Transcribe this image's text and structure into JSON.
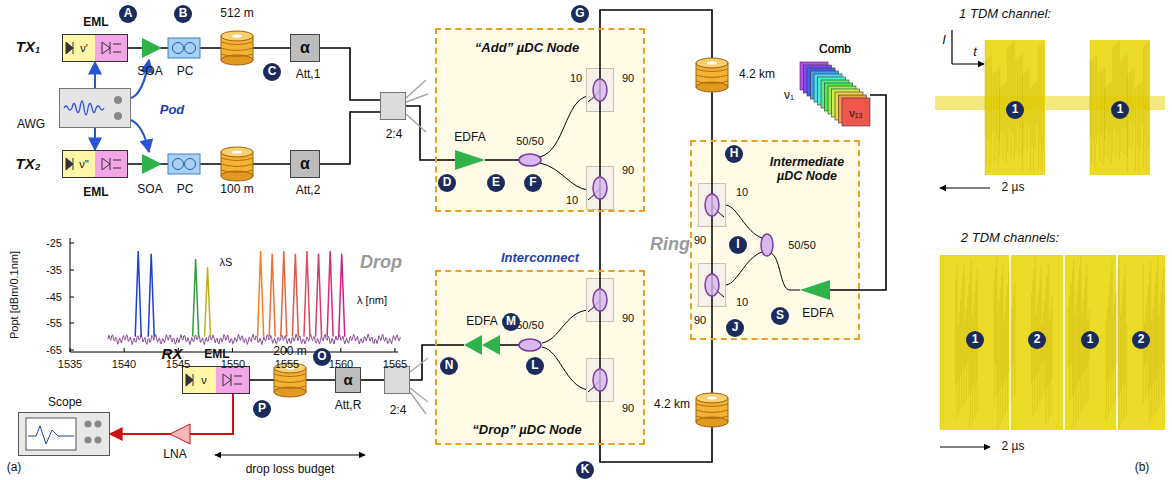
{
  "diagram": {
    "nodes": [
      {
        "text": [
          "EML"
        ]
      },
      {
        "text": [
          "AWG"
        ]
      },
      {
        "text": [
          "EML"
        ]
      },
      {
        "text": [
          "α"
        ]
      },
      {
        "text": [
          "α"
        ]
      },
      {
        "text": [
          "2:4"
        ]
      },
      {
        "text": [
          "“Add” µDC Node"
        ]
      },
      {
        "text": [
          "Comb"
        ]
      },
      {
        "text": [
          "Intermediate µDC Node"
        ]
      },
      {
        "text": [
          "“Drop” µDC Node"
        ]
      },
      {
        "text": [
          "2:4"
        ]
      },
      {
        "text": [
          "α"
        ]
      },
      {
        "text": [
          "EML"
        ]
      },
      {
        "text": [
          "Scope"
        ]
      }
    ],
    "edges": [
      {
        "from": 1,
        "to": 0,
        "arrow": "to"
      },
      {
        "from": 1,
        "to": 2,
        "arrow": "to"
      },
      {
        "from": 0,
        "to": 3,
        "arrow": "none"
      },
      {
        "from": 2,
        "to": 4,
        "arrow": "none"
      },
      {
        "from": 3,
        "to": 5,
        "arrow": "none"
      },
      {
        "from": 4,
        "to": 5,
        "arrow": "none"
      },
      {
        "from": 5,
        "to": 6,
        "arrow": "none"
      },
      {
        "from": 6,
        "to": 8,
        "arrow": "none"
      },
      {
        "from": 6,
        "to": 9,
        "arrow": "none"
      },
      {
        "from": 7,
        "to": 8,
        "arrow": "none"
      },
      {
        "from": 8,
        "to": 9,
        "arrow": "none"
      },
      {
        "from": 9,
        "to": 10,
        "arrow": "none"
      },
      {
        "from": 10,
        "to": 11,
        "arrow": "none"
      },
      {
        "from": 11,
        "to": 12,
        "arrow": "none"
      },
      {
        "from": 12,
        "to": 13,
        "arrow": "to"
      }
    ],
    "labels": [
      "TX₁",
      "TX₂",
      "RX",
      "SOA",
      "SOA",
      "PC",
      "PC",
      "512 m",
      "100 m",
      "Att,1",
      "Att,2",
      "Att,R",
      "Pod",
      "Drop",
      "Interconnect",
      "Ring",
      "4.2 km",
      "4.2 km",
      "Comb",
      "ν₁",
      "ν₁₃",
      "ν'",
      "ν''",
      "ν",
      "EDFA",
      "EDFA",
      "EDFA",
      "50/50",
      "10",
      "90",
      "10",
      "90",
      "50/50",
      "90",
      "10",
      "90",
      "10",
      "90",
      "50/50",
      "90",
      "200 m",
      "LNA",
      "drop loss budget",
      "(a)",
      "(b)",
      "1 TDM channel:",
      "2 TDM channels:",
      "I",
      "t",
      "2 µs",
      "2 µs",
      "1",
      "1",
      "1",
      "2",
      "1",
      "2",
      "λS",
      "λ [nm]",
      "Popt [dBm/0.1nm]",
      "-25",
      "-35",
      "-45",
      "-55",
      "-65",
      "1535",
      "1540",
      "1545",
      "1550",
      "1555",
      "1560",
      "1565",
      "A",
      "B",
      "C",
      "D",
      "E",
      "F",
      "G",
      "H",
      "I",
      "J",
      "K",
      "L",
      "M",
      "N",
      "O",
      "P",
      "S"
    ]
  }
}
